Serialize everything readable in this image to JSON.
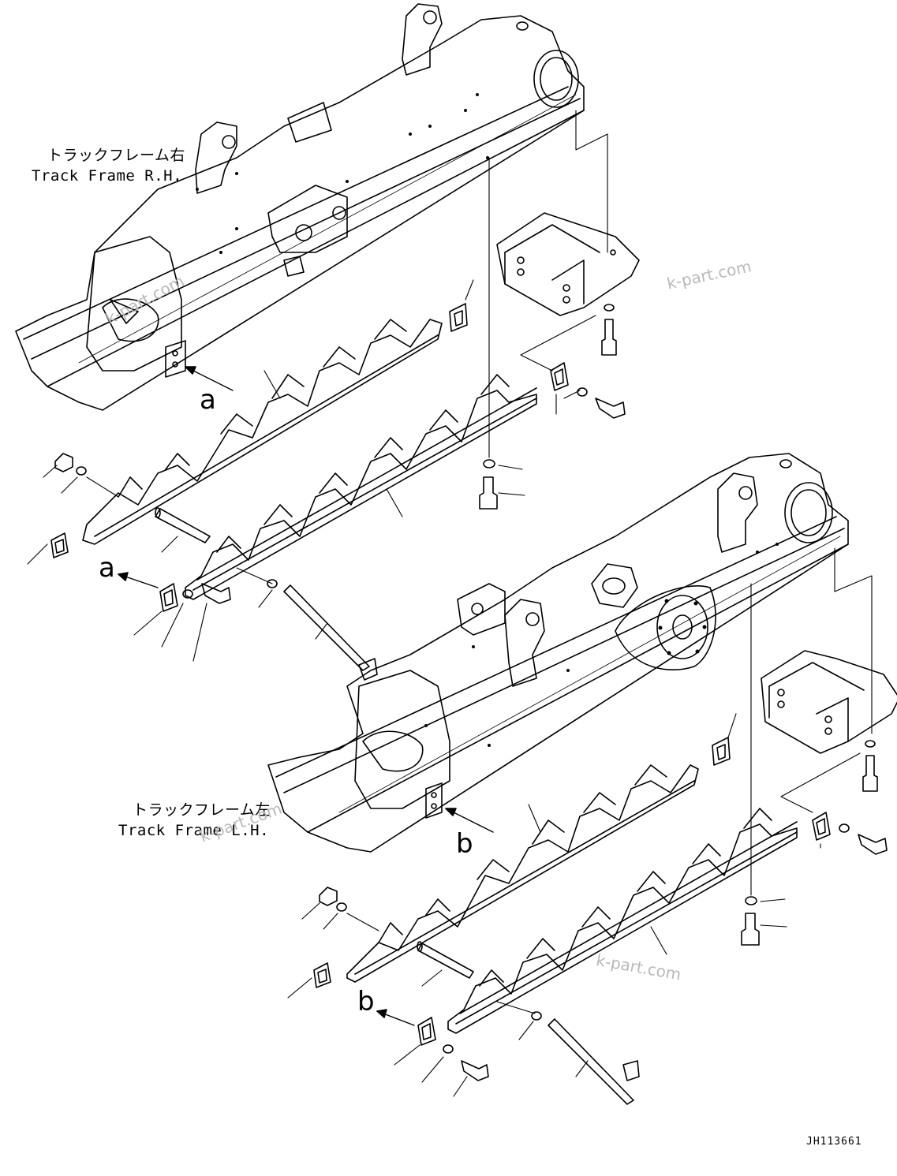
{
  "labels": {
    "rh_jp": "トラックフレーム右",
    "rh_en": "Track Frame R.H.",
    "lh_jp": "トラックフレーム左",
    "lh_en": "Track Frame L.H."
  },
  "refs": {
    "a1": "a",
    "a2": "a",
    "b1": "b",
    "b2": "b"
  },
  "watermarks": [
    "k-part.com",
    "k-part.com",
    "k-part.com",
    "k-part.com"
  ],
  "drawing_code": "JH113661",
  "colors": {
    "line": "#000000",
    "watermark": "#b9b9b9",
    "background": "#ffffff"
  }
}
